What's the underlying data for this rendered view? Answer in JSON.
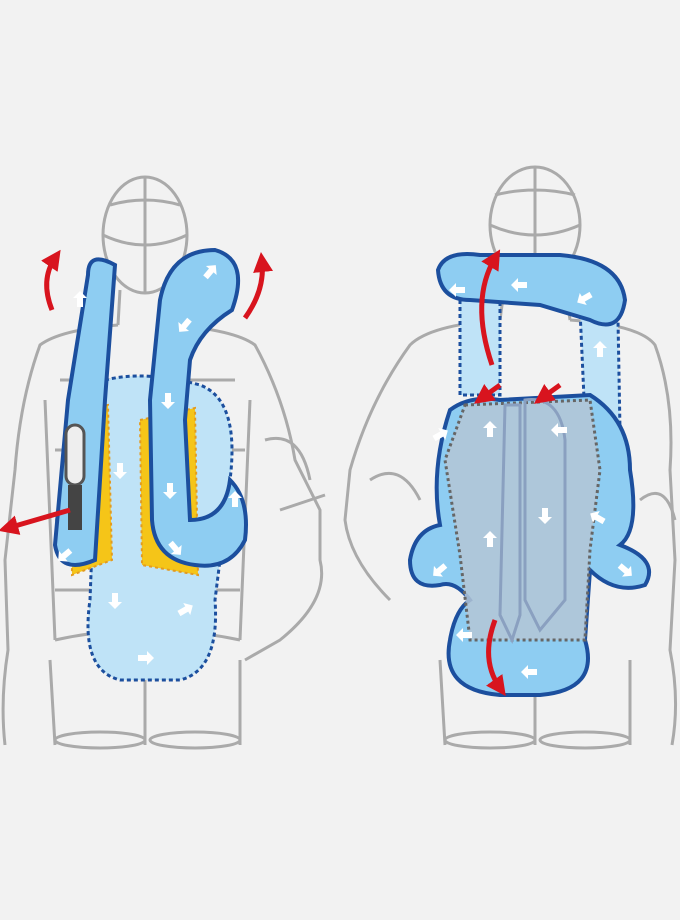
{
  "colors": {
    "background": "#f2f2f2",
    "mannequin": "#aaaaaa",
    "airbag_fill": "#8ecdf2",
    "airbag_outline": "#1c4f9e",
    "back_protector": "#b4c6d6",
    "side_panel": "#f5c518",
    "arrow_flow": "#ffffff",
    "arrow_direction": "#d8141e",
    "inflator": "#555555"
  },
  "views": [
    {
      "name": "front",
      "icon": "mannequin-front"
    },
    {
      "name": "back",
      "icon": "mannequin-back"
    }
  ]
}
